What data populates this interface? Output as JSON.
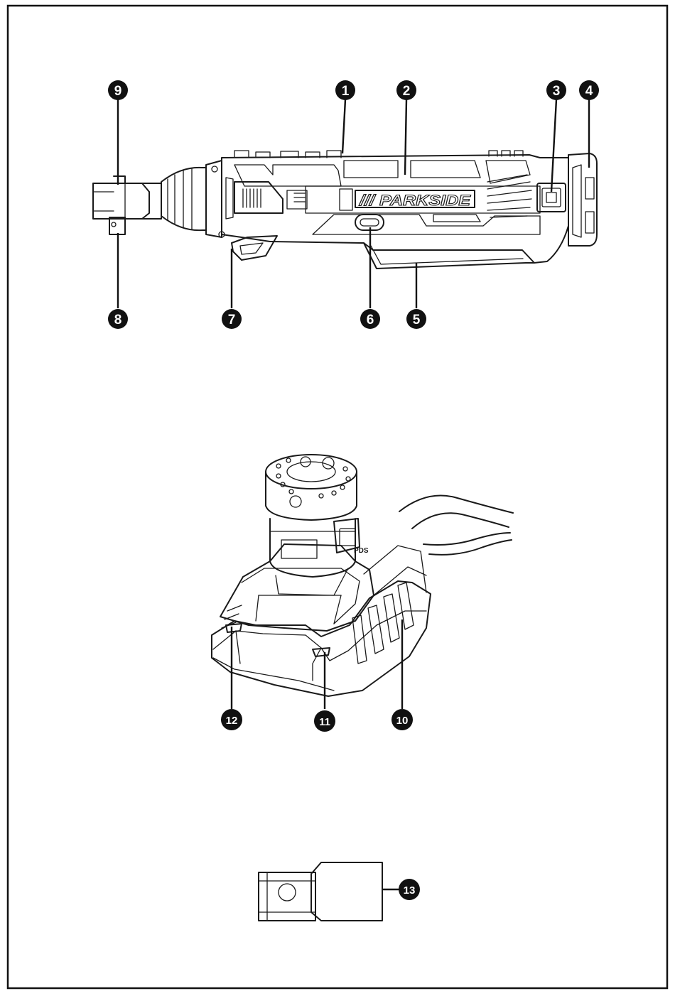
{
  "brand_text": "/// PARKSIDE",
  "charger_label": "PDS",
  "callouts": {
    "c1": "1",
    "c2": "2",
    "c3": "3",
    "c4": "4",
    "c5": "5",
    "c6": "6",
    "c7": "7",
    "c8": "8",
    "c9": "9",
    "c10": "10",
    "c11": "11",
    "c12": "12",
    "c13": "13"
  },
  "colors": {
    "line": "#1a1a1a",
    "badge": "#111111",
    "badge_text": "#ffffff",
    "background": "#ffffff"
  }
}
